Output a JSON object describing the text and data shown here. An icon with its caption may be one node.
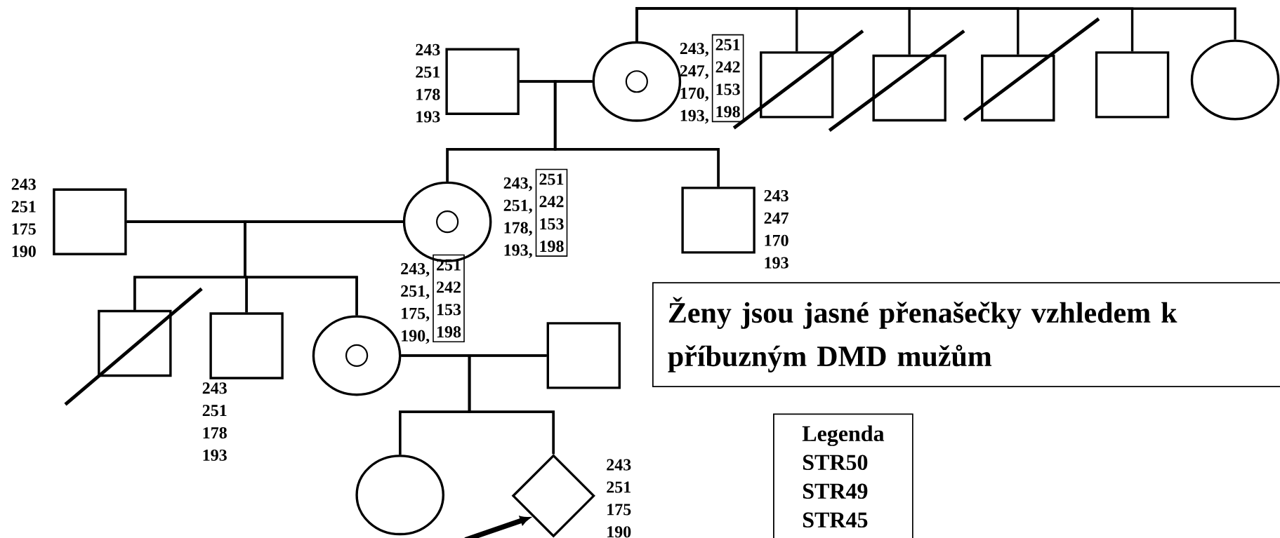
{
  "diagram": {
    "nodes": [
      {
        "text": [],
        "shape": "box",
        "beside": [
          "243",
          "251",
          "178",
          "193"
        ]
      },
      {
        "text": [],
        "shape": "circle",
        "beside": [
          "243,",
          "247,",
          "170,",
          "193,"
        ]
      },
      {
        "text": [],
        "shape": "box"
      },
      {
        "text": [],
        "shape": "box"
      },
      {
        "text": [],
        "shape": "box"
      },
      {
        "text": [],
        "shape": "box"
      },
      {
        "text": [],
        "shape": "circle"
      },
      {
        "text": [],
        "shape": "box",
        "beside": [
          "243",
          "251",
          "175",
          "190"
        ]
      },
      {
        "text": [],
        "shape": "circle",
        "beside": [
          "243,",
          "251,",
          "178,",
          "193,"
        ]
      },
      {
        "text": [],
        "shape": "box",
        "beside": [
          "243",
          "247",
          "170",
          "193"
        ]
      },
      {
        "text": [],
        "shape": "box"
      },
      {
        "text": [],
        "shape": "box",
        "beside": [
          "243",
          "251",
          "178",
          "193"
        ]
      },
      {
        "text": [],
        "shape": "circle",
        "beside": [
          "243,",
          "251,",
          "175,",
          "190,"
        ]
      },
      {
        "text": [],
        "shape": "box"
      },
      {
        "text": [],
        "shape": "circle"
      },
      {
        "text": [],
        "shape": "diamond",
        "beside": [
          "243",
          "251",
          "175",
          "190"
        ]
      },
      {
        "text": [
          "Ženy jsou jasné přenašečky vzhledem k příbuzným DMD mužům"
        ]
      },
      {
        "text": [
          "Legenda",
          "STR50",
          "STR49",
          "STR45"
        ]
      },
      {
        "text": [
          "251",
          "242",
          "153",
          "198"
        ]
      },
      {
        "text": [
          "251",
          "242",
          "153",
          "198"
        ]
      },
      {
        "text": [
          "251",
          "242",
          "153",
          "198"
        ]
      }
    ],
    "edges": [
      {
        "from": 0,
        "to": 1,
        "arrow": "none"
      },
      {
        "from": 0,
        "to": 8,
        "arrow": "none"
      },
      {
        "from": 1,
        "to": 8,
        "arrow": "none"
      },
      {
        "from": 0,
        "to": 9,
        "arrow": "none"
      },
      {
        "from": 1,
        "to": 9,
        "arrow": "none"
      },
      {
        "from": 1,
        "to": 2,
        "arrow": "none"
      },
      {
        "from": 1,
        "to": 3,
        "arrow": "none"
      },
      {
        "from": 1,
        "to": 4,
        "arrow": "none"
      },
      {
        "from": 1,
        "to": 5,
        "arrow": "none"
      },
      {
        "from": 1,
        "to": 6,
        "arrow": "none"
      },
      {
        "from": 7,
        "to": 8,
        "arrow": "none"
      },
      {
        "from": 7,
        "to": 10,
        "arrow": "none"
      },
      {
        "from": 8,
        "to": 10,
        "arrow": "none"
      },
      {
        "from": 7,
        "to": 11,
        "arrow": "none"
      },
      {
        "from": 8,
        "to": 11,
        "arrow": "none"
      },
      {
        "from": 7,
        "to": 12,
        "arrow": "none"
      },
      {
        "from": 8,
        "to": 12,
        "arrow": "none"
      },
      {
        "from": 12,
        "to": 13,
        "arrow": "none"
      },
      {
        "from": 12,
        "to": 14,
        "arrow": "none"
      },
      {
        "from": 13,
        "to": 14,
        "arrow": "none"
      },
      {
        "from": 12,
        "to": 15,
        "arrow": "none"
      },
      {
        "from": 13,
        "to": 15,
        "arrow": "none"
      },
      {
        "from": null,
        "to": 15,
        "arrow": "to",
        "style": "thick"
      }
    ]
  }
}
